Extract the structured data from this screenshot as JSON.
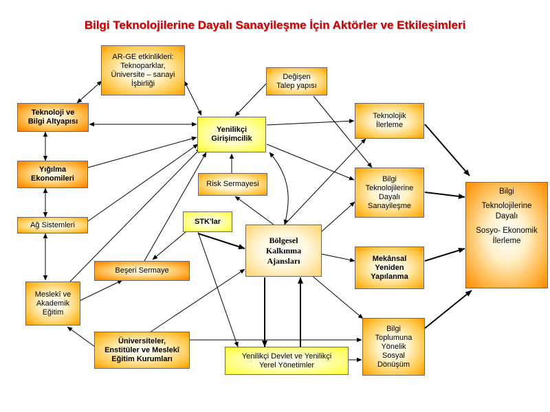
{
  "title": "Bilgi Teknolojilerine Dayalı Sanayileşme İçin Aktörler ve Etkileşimleri",
  "nodes": {
    "arge": {
      "lines": [
        "AR-GE etkinlikleri:",
        "Teknoparklar,",
        "Üniversite – sanayi",
        "İşbirliği"
      ]
    },
    "degisen": {
      "lines": [
        "Değişen",
        "Talep yapısı"
      ]
    },
    "teknoloji_altyapi": {
      "lines": [
        "Teknoloji ve",
        "Bilgi Altyapısı"
      ]
    },
    "girisimcilik": {
      "lines": [
        "Yenilikçi",
        "Girişimcilik"
      ]
    },
    "tek_ilerleme": {
      "lines": [
        "Teknolojik",
        "İlerleme"
      ]
    },
    "yigilma": {
      "lines": [
        "Yığılma",
        "Ekonomileri"
      ]
    },
    "risk": {
      "lines": [
        "Risk Sermayesi"
      ]
    },
    "btd_sanayi": {
      "lines": [
        "Bilgi",
        "Teknolojilerine",
        "Dayalı",
        "Sanayileşme"
      ]
    },
    "bilgi_sosyo": {
      "lines": [
        "Bilgi",
        "Teknolojilerine",
        "Dayalı",
        "Sosyo- Ekonomik",
        "İlerleme"
      ]
    },
    "ag": {
      "lines": [
        "Ağ Sistemleri"
      ]
    },
    "stk": {
      "lines": [
        "STK'lar"
      ]
    },
    "bka": {
      "lines": [
        "Bölgesel",
        "Kalkınma",
        "Ajansları"
      ]
    },
    "mekansal": {
      "lines": [
        "Mekânsal",
        "Yeniden",
        "Yapılanma"
      ]
    },
    "beseri": {
      "lines": [
        "Beşeri Sermaye"
      ]
    },
    "meslek": {
      "lines": [
        "Meslekî ve",
        "Akademik",
        "Eğitim"
      ]
    },
    "universite": {
      "lines": [
        "Üniversiteler,",
        "Enstitüler ve Meslekî",
        "Eğitim Kurumları"
      ]
    },
    "devlet": {
      "lines": [
        "Yenilikçi Devlet ve Yenilikçi",
        "Yerel Yönetimler"
      ]
    },
    "toplum": {
      "lines": [
        "Bilgi",
        "Toplumuna",
        "Yönelik",
        "Sosyal",
        "Dönüşüm"
      ]
    }
  }
}
